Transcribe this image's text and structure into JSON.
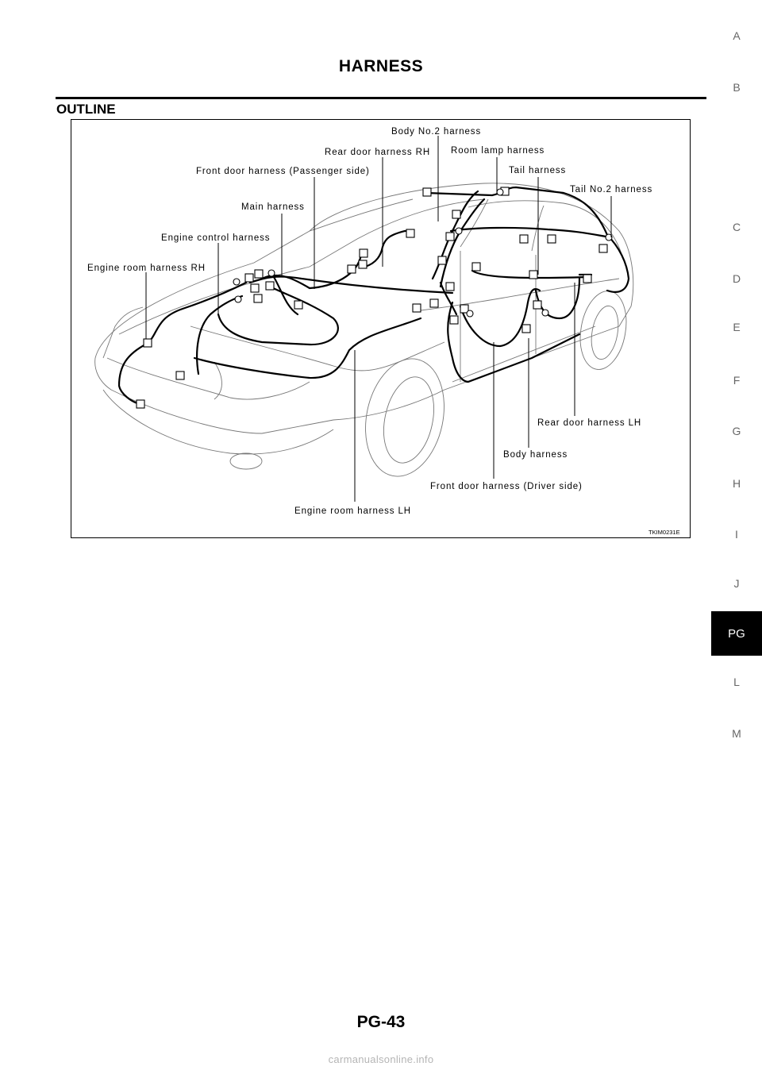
{
  "header": {
    "title": "HARNESS"
  },
  "section": {
    "title": "OUTLINE"
  },
  "figure": {
    "code": "TKIM0231E",
    "labels": {
      "body_no2": "Body  No.2 harness",
      "rear_door_rh": "Rear door harness RH",
      "room_lamp": "Room lamp harness",
      "front_door_passenger": "Front door harness (Passenger side)",
      "tail": "Tail harness",
      "tail_no2": "Tail No.2 harness",
      "main": "Main harness",
      "engine_control": "Engine control harness",
      "engine_room_rh": "Engine room harness RH",
      "rear_door_lh": "Rear door harness LH",
      "body": "Body harness",
      "front_door_driver": "Front door harness (Driver side)",
      "engine_room_lh": "Engine room harness LH"
    }
  },
  "side_index": {
    "items": [
      "A",
      "B",
      "C",
      "D",
      "E",
      "F",
      "G",
      "H",
      "I",
      "J",
      "PG",
      "L",
      "M"
    ],
    "active": "PG"
  },
  "footer": {
    "page_number": "PG-43"
  },
  "watermark": "carmanualsonline.info"
}
